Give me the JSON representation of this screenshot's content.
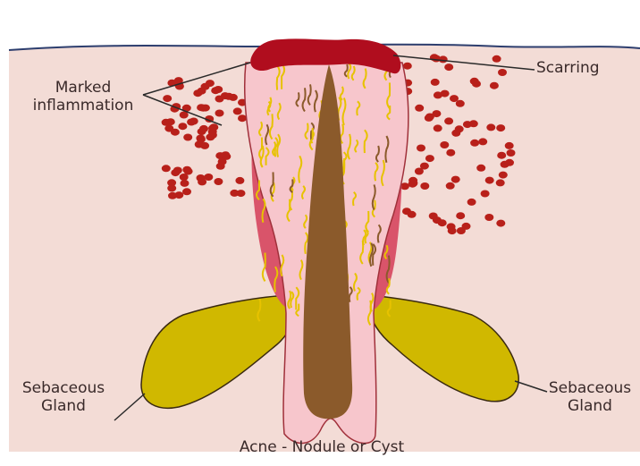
{
  "diagram": {
    "caption": "Acne - Nodule or Cyst",
    "labels": {
      "scarring": "Scarring",
      "marked_inflammation": "Marked\ninflammation",
      "sebaceous_left": "Sebaceous\nGland",
      "sebaceous_right": "Sebaceous\nGland"
    }
  },
  "colors": {
    "skin": "#f3dcd6",
    "skin_line": "#2d3e6e",
    "follicle_pink": "#f7c6cc",
    "follicle_outline": "#a0303a",
    "wall_red": "#d9546a",
    "hair": "#8b5a2b",
    "gland": "#d0b800",
    "gland_outline": "#3a2a10",
    "inflammation_dots": "#b8201a",
    "scar": "#b00d1e",
    "sebum_strands": "#e7c200",
    "leader_line": "#2a2a2a"
  }
}
